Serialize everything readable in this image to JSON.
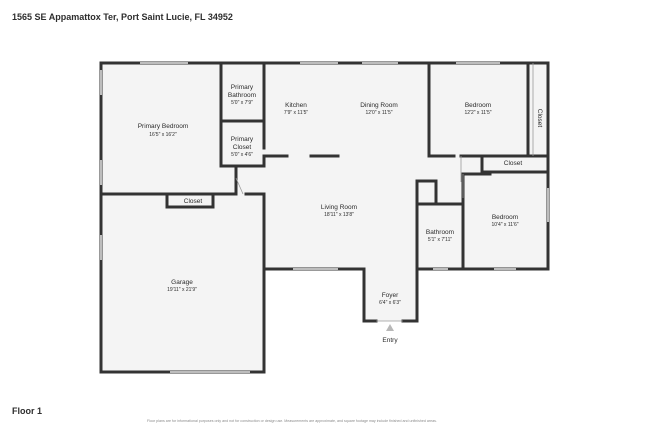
{
  "address": "1565 SE Appamattox Ter, Port Saint Lucie, FL 34952",
  "floor_label": "Floor 1",
  "disclaimer": "Floor plans are for informational purposes only and not for construction or design use. Measurements are approximate, and square footage may include finished and unfinished areas.",
  "rooms": {
    "primary_bedroom": {
      "name": "Primary Bedroom",
      "dims": "16'5\" x 16'2\""
    },
    "primary_bathroom": {
      "name_line1": "Primary",
      "name_line2": "Bathroom",
      "dims": "5'0\" x 7'9\""
    },
    "primary_closet": {
      "name_line1": "Primary",
      "name_line2": "Closet",
      "dims": "5'0\" x 4'6\""
    },
    "kitchen": {
      "name": "Kitchen",
      "dims": "7'9\" x 11'5\""
    },
    "dining_room": {
      "name": "Dining Room",
      "dims": "12'0\" x 11'5\""
    },
    "bedroom_1": {
      "name": "Bedroom",
      "dims": "12'2\" x 11'5\""
    },
    "closet_vertical": {
      "name": "Closet"
    },
    "closet_hall": {
      "name": "Closet"
    },
    "closet_garage": {
      "name": "Closet"
    },
    "living_room": {
      "name": "Living Room",
      "dims": "18'11\" x 13'8\""
    },
    "bathroom": {
      "name": "Bathroom",
      "dims": "5'1\" x 7'11\""
    },
    "bedroom_2": {
      "name": "Bedroom",
      "dims": "10'4\" x 11'6\""
    },
    "garage": {
      "name": "Garage",
      "dims": "19'11\" x 21'9\""
    },
    "foyer": {
      "name": "Foyer",
      "dims": "6'4\" x 6'3\""
    }
  },
  "entry_label": "Entry",
  "colors": {
    "wall": "#333333",
    "floor": "#f4f4f4",
    "window": "#bdbdbd"
  }
}
